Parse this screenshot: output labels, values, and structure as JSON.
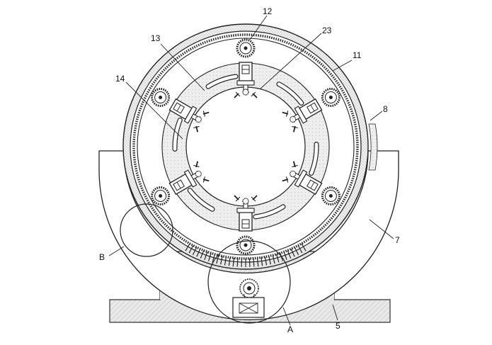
{
  "labels": {
    "l12": "12",
    "l13": "13",
    "l23": "23",
    "l11": "11",
    "l14": "14",
    "l8": "8",
    "l7": "7",
    "lB": "B",
    "lA": "A",
    "l5": "5"
  }
}
